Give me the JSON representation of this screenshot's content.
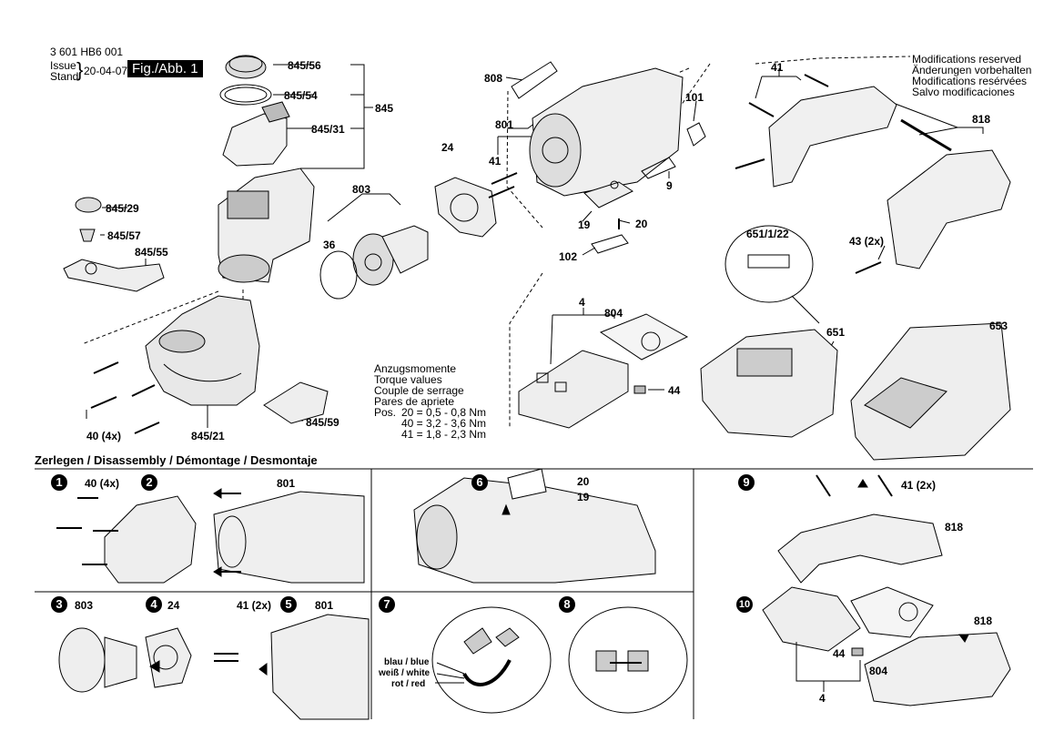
{
  "header": {
    "doc_number": "3 601 HB6 001",
    "issue_label_top": "Issue",
    "issue_label_bottom": "Stand",
    "issue_date": "20-04-07",
    "figure_label": "Fig./Abb. 1"
  },
  "modifications": [
    "Modifications reserved",
    "Änderungen vorbehalten",
    "Modifications resérvées",
    "Salvo modificaciones"
  ],
  "torque": {
    "lines": [
      "Anzugsmomente",
      "Torque values",
      "Couple de serrage",
      "Pares de apriete"
    ],
    "pos_label": "Pos.",
    "values": [
      "20 =  0,5 - 0,8 Nm",
      "40 =  3,2 - 3,6 Nm",
      "41 =  1,8 - 2,3 Nm"
    ]
  },
  "parts": {
    "p845_56": "845/56",
    "p845_54": "845/54",
    "p845_31": "845/31",
    "p845": "845",
    "p845_29": "845/29",
    "p845_57": "845/57",
    "p845_55": "845/55",
    "p845_21": "845/21",
    "p845_59": "845/59",
    "p40_4x": "40 (4x)",
    "p803": "803",
    "p36": "36",
    "p24": "24",
    "p808": "808",
    "p801": "801",
    "p41": "41",
    "p101": "101",
    "p9": "9",
    "p19": "19",
    "p20": "20",
    "p102": "102",
    "p41b": "41",
    "p818": "818",
    "p43_2x": "43 (2x)",
    "p651_1_22": "651/1/22",
    "p651": "651",
    "p653": "653",
    "p4": "4",
    "p804": "804",
    "p44": "44"
  },
  "disassembly": {
    "title": "Zerlegen / Disassembly / Démontage / Desmontaje",
    "steps": [
      "1",
      "2",
      "3",
      "4",
      "5",
      "6",
      "7",
      "8",
      "9",
      "10"
    ],
    "labels": {
      "s1_40": "40 (4x)",
      "s2_801": "801",
      "s3_803": "803",
      "s4_24": "24",
      "s5_41": "41 (2x)",
      "s5_801": "801",
      "s6_20": "20",
      "s6_19": "19",
      "s9_41": "41 (2x)",
      "s9_818": "818",
      "s10_818": "818",
      "s10_44": "44",
      "s10_804": "804",
      "s10_4": "4"
    },
    "wire_colors": [
      "blau / blue",
      "weiß / white",
      "rot / red"
    ]
  }
}
